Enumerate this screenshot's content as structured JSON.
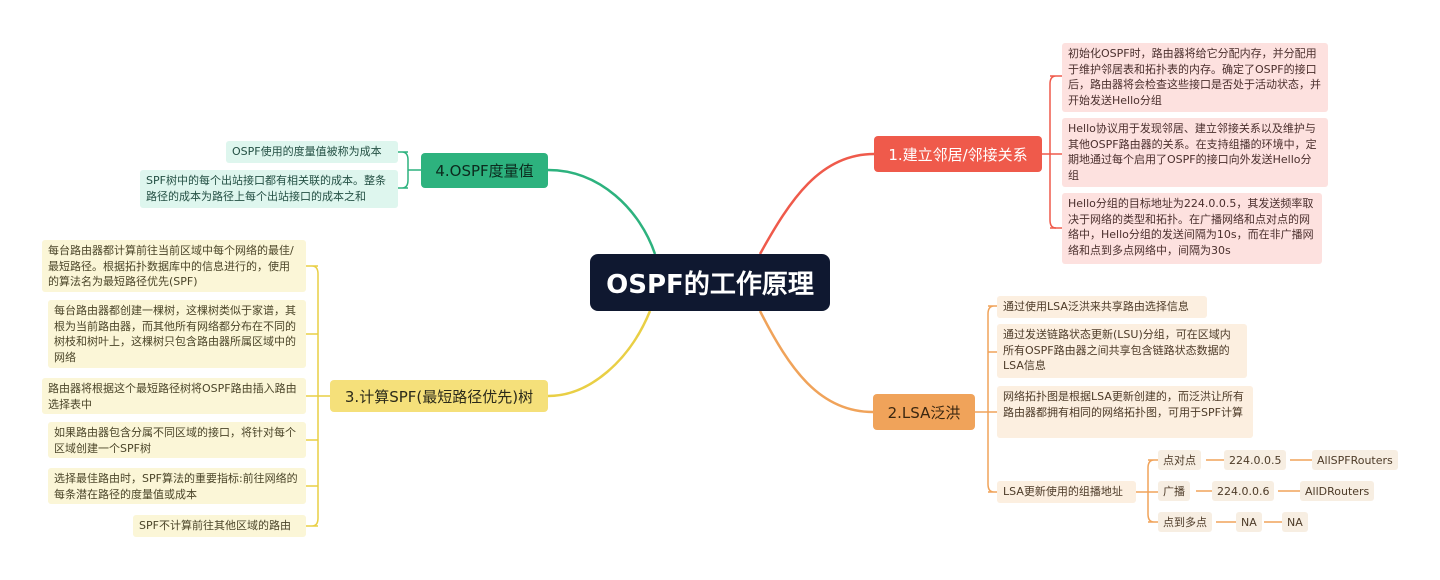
{
  "root": "OSPF的工作原理",
  "colors": {
    "red": "#ef5a4b",
    "orange": "#f0a35a",
    "yellow": "#f5e07a",
    "green": "#2db27e",
    "root": "#0f1830"
  },
  "branches": {
    "b1": {
      "label": "1.建立邻居/邻接关系",
      "items": [
        "初始化OSPF时，路由器将给它分配内存，并分配用于维护邻居表和拓扑表的内存。确定了OSPF的接口后，路由器将会检查这些接口是否处于活动状态，并开始发送Hello分组",
        "Hello协议用于发现邻居、建立邻接关系以及维护与其他OSPF路由器的关系。在支持组播的环境中，定期地通过每个启用了OSPF的接口向外发送Hello分组",
        "Hello分组的目标地址为224.0.0.5，其发送频率取决于网络的类型和拓扑。在广播网络和点对点的网络中，Hello分组的发送间隔为10s，而在非广播网络和点到多点网络中，间隔为30s"
      ]
    },
    "b2": {
      "label": "2.LSA泛洪",
      "items": [
        "通过使用LSA泛洪来共享路由选择信息",
        "通过发送链路状态更新(LSU)分组，可在区域内所有OSPF路由器之间共享包含链路状态数据的LSA信息",
        "网络拓扑图是根据LSA更新创建的，而泛洪让所有路由器都拥有相同的网络拓扑图，可用于SPF计算",
        "LSA更新使用的组播地址"
      ],
      "multicast": [
        {
          "type": "点对点",
          "addr": "224.0.0.5",
          "name": "AllSPFRouters"
        },
        {
          "type": "广播",
          "addr": "224.0.0.6",
          "name": "AllDRouters"
        },
        {
          "type": "点到多点",
          "addr": "NA",
          "name": "NA"
        }
      ]
    },
    "b3": {
      "label": "3.计算SPF(最短路径优先)树",
      "items": [
        "每台路由器都计算前往当前区域中每个网络的最佳/最短路径。根据拓扑数据库中的信息进行的，使用的算法名为最短路径优先(SPF)",
        "每台路由器都创建一棵树，这棵树类似于家谱，其根为当前路由器，而其他所有网络都分布在不同的树枝和树叶上，这棵树只包含路由器所属区域中的网络",
        "路由器将根据这个最短路径树将OSPF路由插入路由选择表中",
        "如果路由器包含分属不同区域的接口，将针对每个区域创建一个SPF树",
        "选择最佳路由时，SPF算法的重要指标:前往网络的每条潜在路径的度量值或成本",
        "SPF不计算前往其他区域的路由"
      ]
    },
    "b4": {
      "label": "4.OSPF度量值",
      "items": [
        "OSPF使用的度量值被称为成本",
        "SPF树中的每个出站接口都有相关联的成本。整条路径的成本为路径上每个出站接口的成本之和"
      ]
    }
  }
}
